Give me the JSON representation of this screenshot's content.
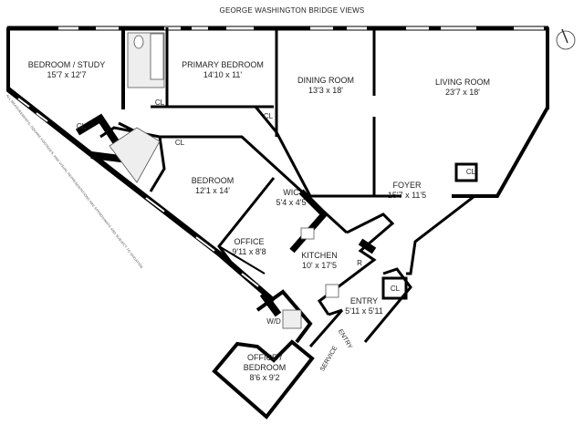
{
  "plan": {
    "title": "GEORGE WASHINGTON BRIDGE VIEWS",
    "disclaimer": "ALL MEASUREMENTS, SQUARE FOOTAGES, AND VISUAL REPRESENTATIONS ARE APPROXIMATE AND SUBJECT TO VARIATION",
    "compass_icon": "north-arrow-compass",
    "rooms": [
      {
        "name": "BEDROOM / STUDY",
        "size": "15'7 x 12'7"
      },
      {
        "name": "PRIMARY BEDROOM",
        "size": "14'10 x 11'"
      },
      {
        "name": "DINING ROOM",
        "size": "13'3 x 18'"
      },
      {
        "name": "LIVING ROOM",
        "size": "23'7 x 18'"
      },
      {
        "name": "BEDROOM",
        "size": "12'1 x 14'"
      },
      {
        "name": "WIC",
        "size": "5'4 x 4'5"
      },
      {
        "name": "FOYER",
        "size": "15'7 x 11'5"
      },
      {
        "name": "OFFICE",
        "size": "9'11 x 8'8"
      },
      {
        "name": "KITCHEN",
        "size": "10' x 17'5"
      },
      {
        "name": "ENTRY",
        "size": "5'11 x 5'11"
      },
      {
        "name": "OFFICE /",
        "size": "BEDROOM",
        "size2": "8'6 x 9'2"
      }
    ],
    "closet_label": "CL",
    "washer_dryer_label": "W/D",
    "refrigerator_label": "R",
    "entry_label": "ENTRY",
    "service_label": "SERVICE"
  }
}
